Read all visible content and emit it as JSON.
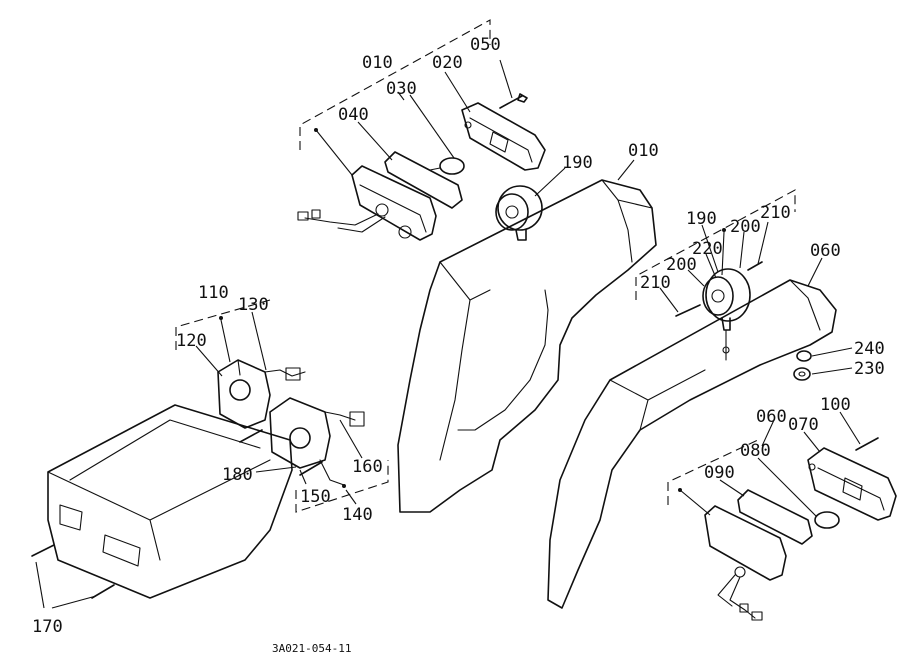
{
  "diagram": {
    "labels": {
      "l010a": "010",
      "l030": "030",
      "l020": "020",
      "l050": "050",
      "l040": "040",
      "l190a": "190",
      "l010b": "010",
      "l190b": "190",
      "l200a": "200",
      "l210a": "210",
      "l220": "220",
      "l200b": "200",
      "l210b": "210",
      "l060a": "060",
      "l240": "240",
      "l230": "230",
      "l110": "110",
      "l130": "130",
      "l120": "120",
      "l180": "180",
      "l150": "150",
      "l160": "160",
      "l140": "140",
      "l170": "170",
      "l060b": "060",
      "l070": "070",
      "l100": "100",
      "l080": "080",
      "l090": "090"
    },
    "drawing_code": "3A021-054-11"
  }
}
